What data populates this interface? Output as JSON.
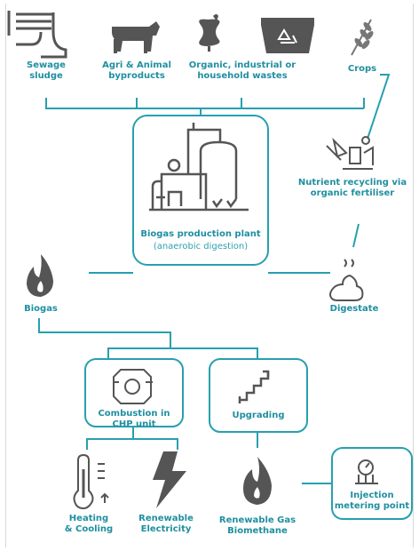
{
  "sources": {
    "sewage": "Sewage\nsludge",
    "agri": "Agri & Animal\nbyproducts",
    "wastes": "Organic, industrial or\nhousehold wastes",
    "crops": "Crops"
  },
  "plant": {
    "title": "Biogas production plant",
    "subtitle": "(anaerobic digestion)"
  },
  "nutrient": "Nutrient recycling via\norganic fertiliser",
  "biogas": "Biogas",
  "digestate": "Digestate",
  "chp": "Combustion in\nCHP unit",
  "upgrading": "Upgrading",
  "heating": "Heating\n& Cooling",
  "electricity": "Renewable\nElectricity",
  "biomethane": "Renewable Gas\nBiomethane",
  "injection": "Injection\nmetering point",
  "colors": {
    "teal": "#27a0ae",
    "icon": "#555555"
  }
}
